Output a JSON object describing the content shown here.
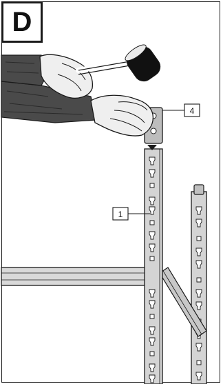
{
  "step": {
    "label": "D"
  },
  "callouts": [
    {
      "id": "part-4",
      "text": "4"
    },
    {
      "id": "part-1",
      "text": "1"
    }
  ],
  "colors": {
    "outline": "#1a1a1a",
    "metal": "#d4d4d4",
    "metal_dark": "#a9a9a9",
    "glove": "#efefef",
    "sleeve": "#4a4a4a",
    "mallet_head": "#111111"
  },
  "icons": {
    "mallet": "rubber-mallet-icon",
    "hands": "gloved-hands-icon"
  }
}
